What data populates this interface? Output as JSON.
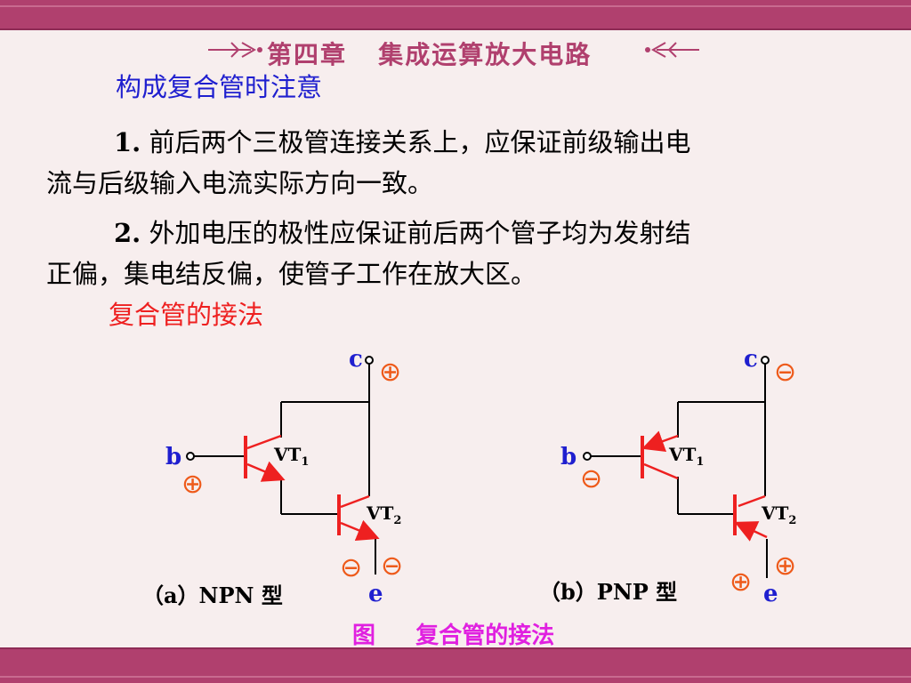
{
  "header": {
    "chapter_title": "第四章   集成运算放大电路"
  },
  "content": {
    "heading": "构成复合管时注意",
    "point1_num": "1.",
    "point1_line1": " 前后两个三极管连接关系上，应保证前级输出电",
    "point1_line2": "流与后级输入电流实际方向一致。",
    "point2_num": "2.",
    "point2_line1": " 外加电压的极性应保证前后两个管子均为发射结",
    "point2_line2": "正偏，集电结反偏，使管子工作在放大区。",
    "subheading": "复合管的接法"
  },
  "figure": {
    "npn": {
      "caption": "（a）NPN 型",
      "c_label": "c",
      "b_label": "b",
      "e_label": "e",
      "vt1_label": "VT",
      "vt1_sub": "1",
      "vt2_label": "VT",
      "vt2_sub": "2",
      "c_polarity": "⊕",
      "b_polarity": "⊕",
      "e_polarity_1": "⊖",
      "e_polarity_2": "⊖"
    },
    "pnp": {
      "caption": "（b）PNP 型",
      "c_label": "c",
      "b_label": "b",
      "e_label": "e",
      "vt1_label": "VT",
      "vt1_sub": "1",
      "vt2_label": "VT",
      "vt2_sub": "2",
      "c_polarity": "⊖",
      "b_polarity": "⊖",
      "e_polarity_1": "⊕",
      "e_polarity_2": "⊕"
    },
    "title": "图     复合管的接法"
  },
  "colors": {
    "bar": "#b0406e",
    "heading": "#1f1fcf",
    "subheading": "#ee2020",
    "polarity": "#ee5a1a",
    "transistor": "#ee2020",
    "figure_title": "#e020e0"
  }
}
